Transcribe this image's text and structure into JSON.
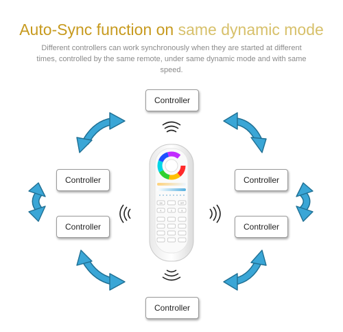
{
  "title": {
    "part1": "Auto-Sync function on",
    "part2": " same dynamic mode"
  },
  "subtitle": "Different controllers can work synchronously when they are started at different times, controlled by the same remote, under same dynamic mode and with same speed.",
  "controllers": [
    {
      "label": "Controller"
    },
    {
      "label": "Controller"
    },
    {
      "label": "Controller"
    },
    {
      "label": "Controller"
    },
    {
      "label": "Controller"
    },
    {
      "label": "Controller"
    }
  ],
  "remote": {
    "keys": [
      [
        "ON",
        "",
        "OFF"
      ],
      [
        "R",
        "G",
        "B"
      ],
      [
        "",
        "",
        " "
      ],
      [
        "",
        "",
        " "
      ],
      [
        "",
        "",
        " "
      ],
      [
        "",
        "",
        " "
      ]
    ]
  },
  "colors": {
    "title_accent": "#c79a1e",
    "title_light": "#d7c06a",
    "arrow": "#3aa6d6",
    "arrow_stroke": "#1f6f93"
  }
}
